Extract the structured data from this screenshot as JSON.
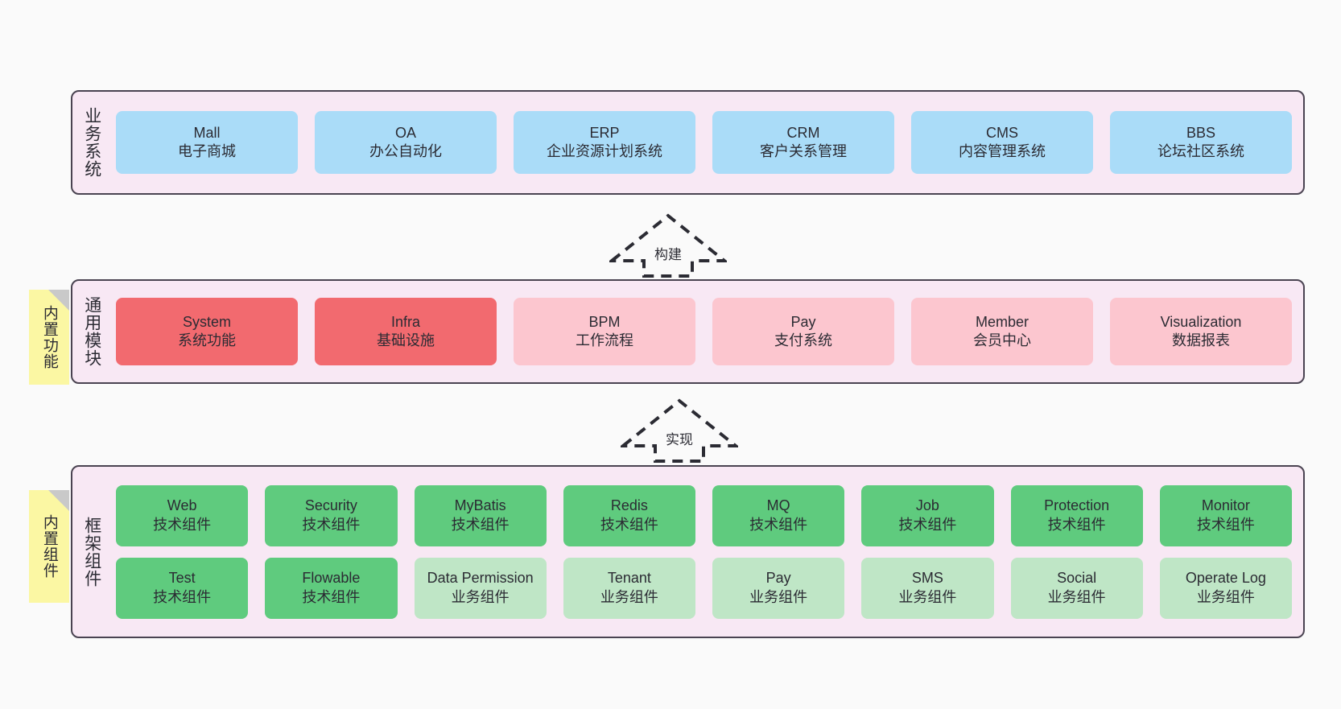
{
  "diagram": {
    "title_layers": [
      "业务系统",
      "通用模块",
      "框架组件"
    ],
    "colors": {
      "panel_bg": "#f8e8f4",
      "panel_border": "#4a4351",
      "blue": "#aadcf8",
      "red": "#f26a6f",
      "pink": "#fcc6cf",
      "green": "#5fcb7e",
      "light_green": "#bfe6c6",
      "sticky": "#fbf7a3",
      "canvas": "#fafafa"
    }
  },
  "layers": [
    {
      "label": "业务系统",
      "sticky": null,
      "rows": [
        [
          {
            "en": "Mall",
            "cn": "电子商城",
            "color": "blue"
          },
          {
            "en": "OA",
            "cn": "办公自动化",
            "color": "blue"
          },
          {
            "en": "ERP",
            "cn": "企业资源计划系统",
            "color": "blue"
          },
          {
            "en": "CRM",
            "cn": "客户关系管理",
            "color": "blue"
          },
          {
            "en": "CMS",
            "cn": "内容管理系统",
            "color": "blue"
          },
          {
            "en": "BBS",
            "cn": "论坛社区系统",
            "color": "blue"
          }
        ]
      ]
    },
    {
      "label": "通用模块",
      "sticky": "内置功能",
      "rows": [
        [
          {
            "en": "System",
            "cn": "系统功能",
            "color": "red"
          },
          {
            "en": "Infra",
            "cn": "基础设施",
            "color": "red"
          },
          {
            "en": "BPM",
            "cn": "工作流程",
            "color": "pink"
          },
          {
            "en": "Pay",
            "cn": "支付系统",
            "color": "pink"
          },
          {
            "en": "Member",
            "cn": "会员中心",
            "color": "pink"
          },
          {
            "en": "Visualization",
            "cn": "数据报表",
            "color": "pink"
          }
        ]
      ]
    },
    {
      "label": "框架组件",
      "sticky": "内置组件",
      "rows": [
        [
          {
            "en": "Web",
            "cn": "技术组件",
            "color": "green"
          },
          {
            "en": "Security",
            "cn": "技术组件",
            "color": "green"
          },
          {
            "en": "MyBatis",
            "cn": "技术组件",
            "color": "green"
          },
          {
            "en": "Redis",
            "cn": "技术组件",
            "color": "green"
          },
          {
            "en": "MQ",
            "cn": "技术组件",
            "color": "green"
          },
          {
            "en": "Job",
            "cn": "技术组件",
            "color": "green"
          },
          {
            "en": "Protection",
            "cn": "技术组件",
            "color": "green"
          },
          {
            "en": "Monitor",
            "cn": "技术组件",
            "color": "green"
          }
        ],
        [
          {
            "en": "Test",
            "cn": "技术组件",
            "color": "green"
          },
          {
            "en": "Flowable",
            "cn": "技术组件",
            "color": "green"
          },
          {
            "en": "Data Permission",
            "cn": "业务组件",
            "color": "light_green"
          },
          {
            "en": "Tenant",
            "cn": "业务组件",
            "color": "light_green"
          },
          {
            "en": "Pay",
            "cn": "业务组件",
            "color": "light_green"
          },
          {
            "en": "SMS",
            "cn": "业务组件",
            "color": "light_green"
          },
          {
            "en": "Social",
            "cn": "业务组件",
            "color": "light_green"
          },
          {
            "en": "Operate Log",
            "cn": "业务组件",
            "color": "light_green"
          }
        ]
      ]
    }
  ],
  "arrows": [
    {
      "label": "构建",
      "direction": "up"
    },
    {
      "label": "实现",
      "direction": "up"
    }
  ]
}
